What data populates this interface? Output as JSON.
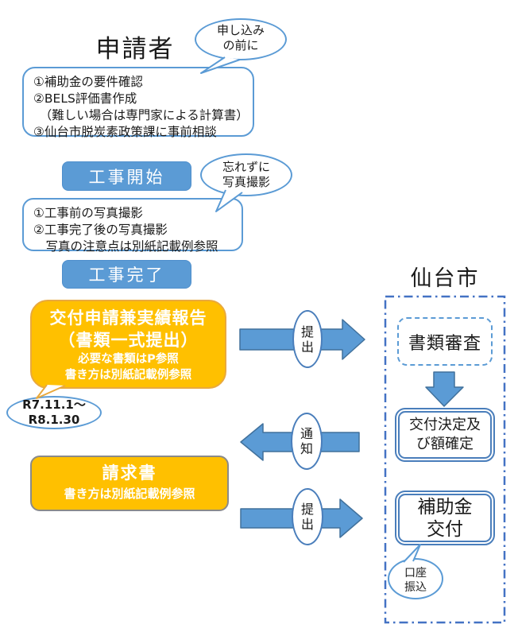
{
  "diagram": {
    "applicant": {
      "title": "申請者"
    },
    "city": {
      "title": "仙台市"
    },
    "before_apply_bubble": {
      "line1": "申し込み",
      "line2": "の前に"
    },
    "preparation_box": {
      "lines": [
        "①補助金の要件確認",
        "②BELS評価書作成",
        "　（難しい場合は専門家による計算書）",
        "③仙台市脱炭素政策課に事前相談"
      ]
    },
    "construction_start": {
      "label": "工事開始"
    },
    "photo_bubble": {
      "line1": "忘れずに",
      "line2": "写真撮影"
    },
    "photo_box": {
      "lines": [
        "①工事前の写真撮影",
        "②工事完了後の写真撮影",
        "　写真の注意点は別紙記載例参照"
      ]
    },
    "construction_complete": {
      "label": "工事完了"
    },
    "application_callout": {
      "title1": "交付申請兼実績報告",
      "title2": "（書類一式提出）",
      "note1": "必要な書類はP参照",
      "note2": "書き方は別紙記載例参照"
    },
    "period_bubble": {
      "line1": "R7.11.1～",
      "line2": "R8.1.30"
    },
    "invoice_box": {
      "title": "請求書",
      "note": "書き方は別紙記載例参照"
    },
    "submit_top": {
      "char1": "提",
      "char2": "出"
    },
    "notify": {
      "char1": "通",
      "char2": "知"
    },
    "submit_bottom": {
      "char1": "提",
      "char2": "出"
    },
    "document_review": {
      "label": "書類審査"
    },
    "grant_decision": {
      "line1": "交付決定及",
      "line2": "び額確定"
    },
    "subsidy_grant": {
      "line1": "補助金",
      "line2": "交付"
    },
    "transfer_bubble": {
      "line1": "口座",
      "line2": "振込"
    },
    "colors": {
      "process_blue": "#5B9BD5",
      "arrow_border_blue": "#41719C",
      "frame_blue": "#4A7EBB",
      "dash_border_blue": "#4472C4",
      "highlight_orange": "#FFC000",
      "orange_border": "#E9A93D",
      "gray_border": "#8A8A8A"
    }
  }
}
